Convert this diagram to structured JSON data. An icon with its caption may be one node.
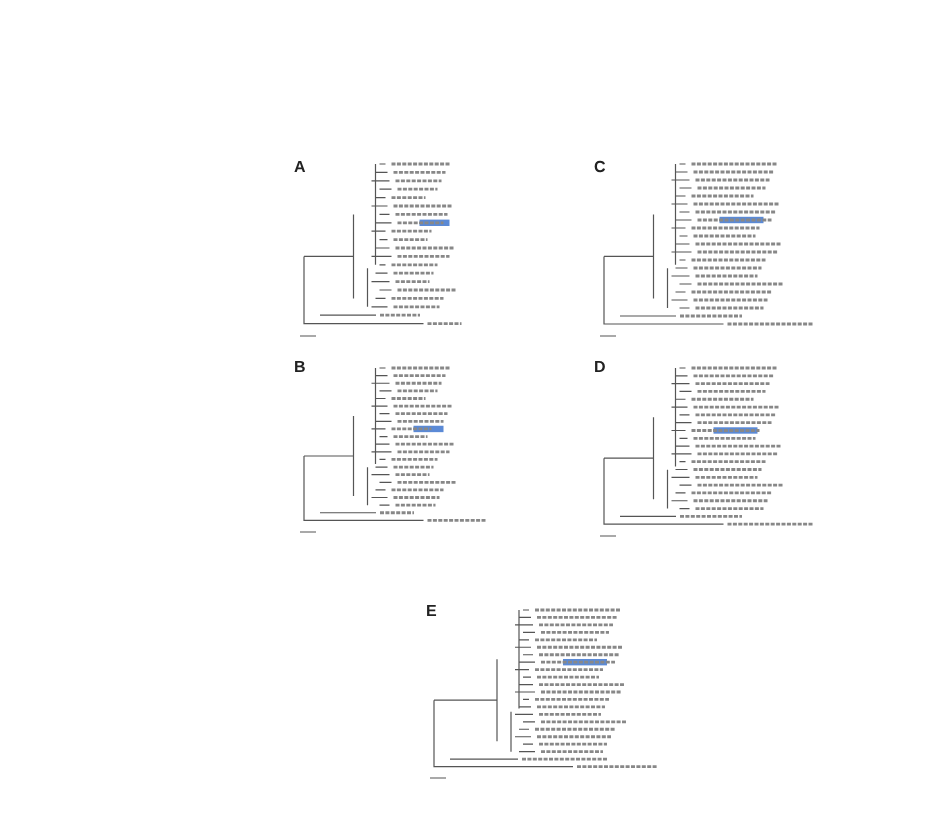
{
  "diagram": {
    "labels": [
      "A",
      "C",
      "B",
      "D",
      "E"
    ]
  }
}
